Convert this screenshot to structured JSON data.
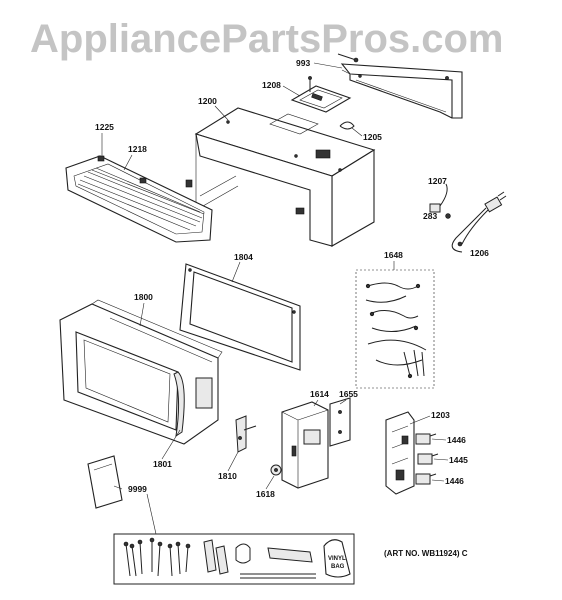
{
  "watermark": "AppliancePartsPros.com",
  "art_no": "(ART NO. WB11924) C",
  "bag_label_1": "VINYL",
  "bag_label_2": "BAG",
  "callouts": {
    "c993": "993",
    "c1208": "1208",
    "c1200": "1200",
    "c1205": "1205",
    "c1225": "1225",
    "c1218": "1218",
    "c1207": "1207",
    "c283": "283",
    "c1206": "1206",
    "c1804": "1804",
    "c1648": "1648",
    "c1800": "1800",
    "c1614": "1614",
    "c1655": "1655",
    "c1203": "1203",
    "c1446a": "1446",
    "c1445": "1445",
    "c1446b": "1446",
    "c1801": "1801",
    "c1810": "1810",
    "c1618": "1618",
    "c9999": "9999"
  }
}
